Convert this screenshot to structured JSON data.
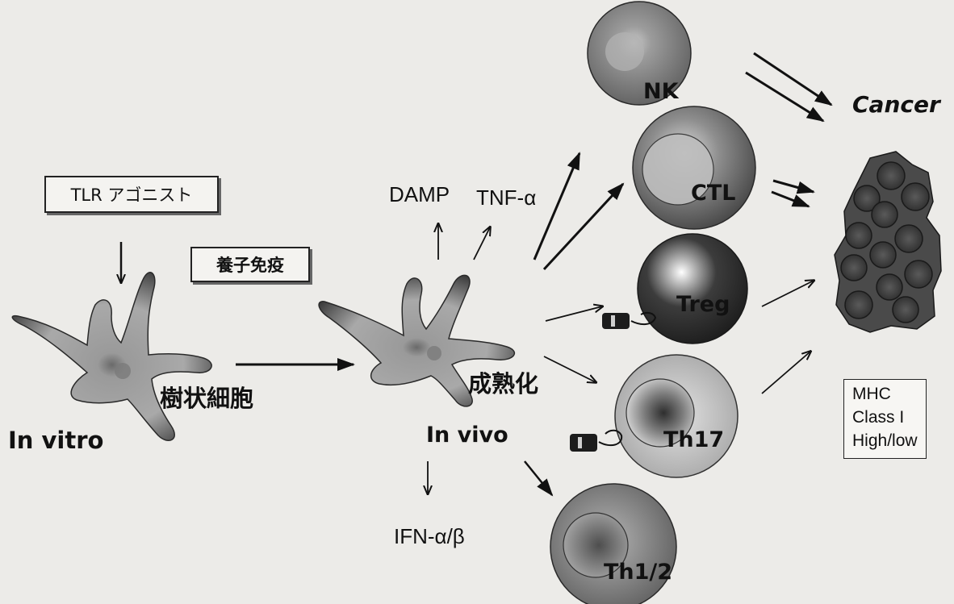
{
  "inputs": {
    "tlr_agonist": "TLR アゴニスト",
    "adoptive_immunity": "養子免疫"
  },
  "dendritic_cell": {
    "label": "樹状細胞",
    "in_vitro": "In vitro",
    "maturation": "成熟化",
    "in_vivo": "In vivo"
  },
  "mediators": {
    "damp": "DAMP",
    "tnf": "TNF-α",
    "ifn": "IFN-α/β"
  },
  "cells": {
    "nk": "NK",
    "ctl": "CTL",
    "treg": "Treg",
    "th17": "Th17",
    "th12": "Th1/2"
  },
  "target": {
    "cancer": "Cancer",
    "mhc_lines": [
      "MHC",
      "Class I",
      "High/low"
    ]
  }
}
